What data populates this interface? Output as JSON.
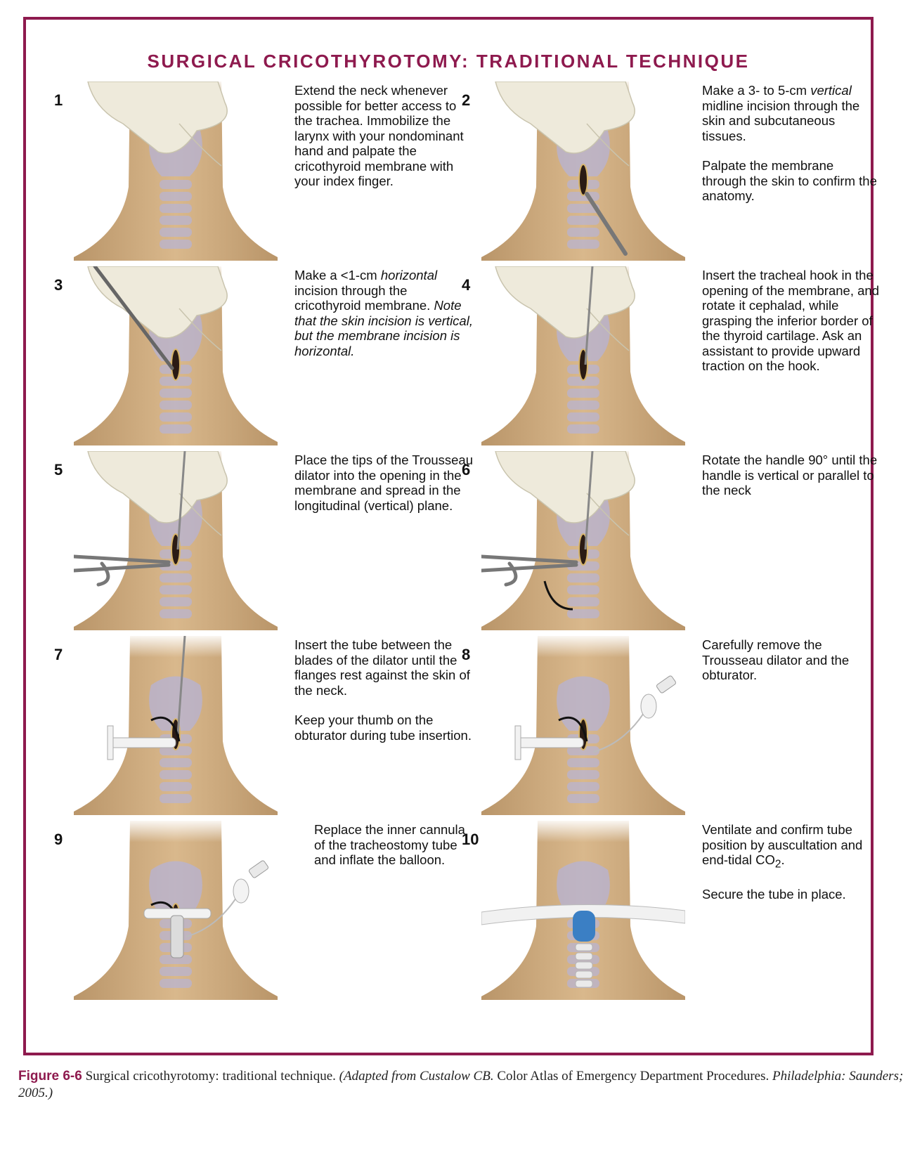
{
  "title": "SURGICAL CRICOTHYROTOMY: TRADITIONAL TECHNIQUE",
  "steps": [
    {
      "number": "1",
      "paragraphs": [
        {
          "text": "Extend the neck whenever possible for better access to the trachea. Immobilize the larynx with your nondominant hand and palpate the cricothyroid membrane with your index finger."
        }
      ]
    },
    {
      "number": "2",
      "paragraphs": [
        {
          "text_a": "Make a 3- to 5-cm ",
          "italic": "vertical",
          "text_b": " midline incision through the skin and subcutaneous tissues."
        },
        {
          "text": "Palpate the membrane through the skin to confirm the anatomy."
        }
      ]
    },
    {
      "number": "3",
      "paragraphs": [
        {
          "text_a": "Make a <1-cm ",
          "italic": "horizontal",
          "text_b": " incision through the cricothyroid membrane. ",
          "italic_b": "Note that the skin incision is vertical, but the membrane incision is horizontal."
        }
      ]
    },
    {
      "number": "4",
      "paragraphs": [
        {
          "text": "Insert the tracheal hook in the opening of the membrane, and rotate it cephalad, while grasping the inferior border of the thyroid cartilage. Ask an assistant to provide upward traction on the hook."
        }
      ]
    },
    {
      "number": "5",
      "paragraphs": [
        {
          "text": "Place the tips of the Trousseau dilator into the opening in the membrane and spread in the longitudinal (vertical) plane."
        }
      ]
    },
    {
      "number": "6",
      "paragraphs": [
        {
          "text": "Rotate the handle 90° until the handle is vertical or parallel to the neck"
        }
      ]
    },
    {
      "number": "7",
      "paragraphs": [
        {
          "text": "Insert the tube between the blades of the dilator until the flanges rest against the skin of the neck."
        },
        {
          "text": "Keep your thumb on the obturator during tube insertion."
        }
      ]
    },
    {
      "number": "8",
      "paragraphs": [
        {
          "text": "Carefully remove the Trousseau dilator and the obturator."
        }
      ]
    },
    {
      "number": "9",
      "paragraphs": [
        {
          "text": "Replace the inner cannula of the tracheostomy tube and inflate the balloon."
        }
      ]
    },
    {
      "number": "10",
      "paragraphs": [
        {
          "text_a": "Ventilate and confirm tube position by auscultation and end-tidal CO",
          "sub": "2",
          "text_b": "."
        },
        {
          "text": "Secure the tube in place."
        }
      ]
    }
  ],
  "caption": {
    "figure_label": "Figure 6-6",
    "text": " Surgical cricothyrotomy: traditional technique. ",
    "italic_a": "(Adapted from Custalow CB.",
    "text_b": " Color Atlas of Emergency Department Procedures. ",
    "italic_b": "Philadelphia: Saunders; 2005.)"
  },
  "colors": {
    "accent": "#8e1a4e",
    "skin": "#d9b88c",
    "glove": "#eeeadb",
    "anatomy": "#b6b3d6"
  }
}
